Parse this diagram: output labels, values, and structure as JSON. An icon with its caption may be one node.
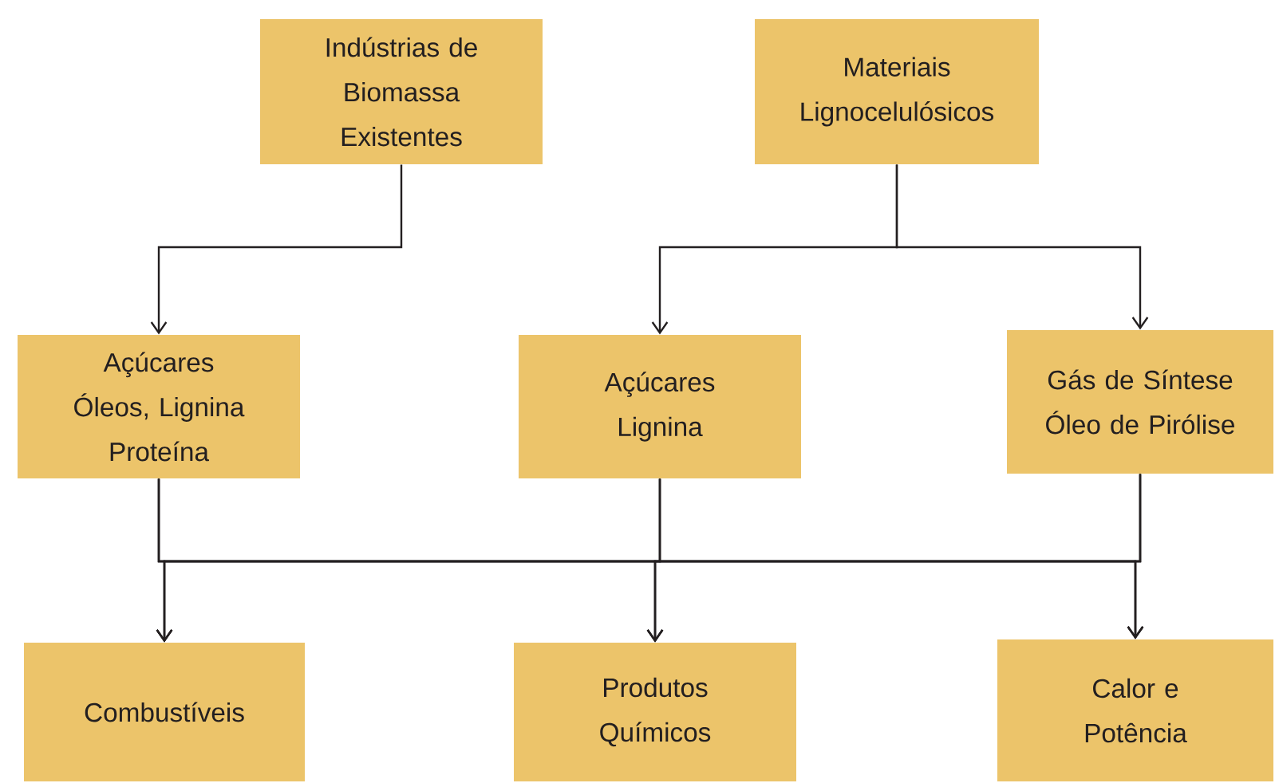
{
  "diagram": {
    "nodes": [
      {
        "text": [
          "Indústrias de Biomassa Existentes"
        ]
      },
      {
        "text": [
          "Materiais Lignocelulósicos"
        ]
      },
      {
        "text": [
          "Açúcares Óleos, Lignina Proteína"
        ]
      },
      {
        "text": [
          "Açúcares Lignina"
        ]
      },
      {
        "text": [
          "Gás de Síntese Óleo de Pirólise"
        ]
      },
      {
        "text": [
          "Combustíveis"
        ]
      },
      {
        "text": [
          "Produtos Químicos"
        ]
      },
      {
        "text": [
          "Calor e Potência"
        ]
      }
    ],
    "edges": [
      {
        "from": 0,
        "to": 2,
        "arrow": "to"
      },
      {
        "from": 1,
        "to": 3,
        "arrow": "to"
      },
      {
        "from": 1,
        "to": 4,
        "arrow": "to"
      },
      {
        "from": 2,
        "to": 5,
        "arrow": "to"
      },
      {
        "from": 2,
        "to": 6,
        "arrow": "to"
      },
      {
        "from": 2,
        "to": 7,
        "arrow": "to"
      },
      {
        "from": 3,
        "to": 5,
        "arrow": "to"
      },
      {
        "from": 3,
        "to": 6,
        "arrow": "to"
      },
      {
        "from": 3,
        "to": 7,
        "arrow": "to"
      },
      {
        "from": 4,
        "to": 5,
        "arrow": "to"
      },
      {
        "from": 4,
        "to": 6,
        "arrow": "to"
      },
      {
        "from": 4,
        "to": 7,
        "arrow": "to"
      }
    ]
  }
}
